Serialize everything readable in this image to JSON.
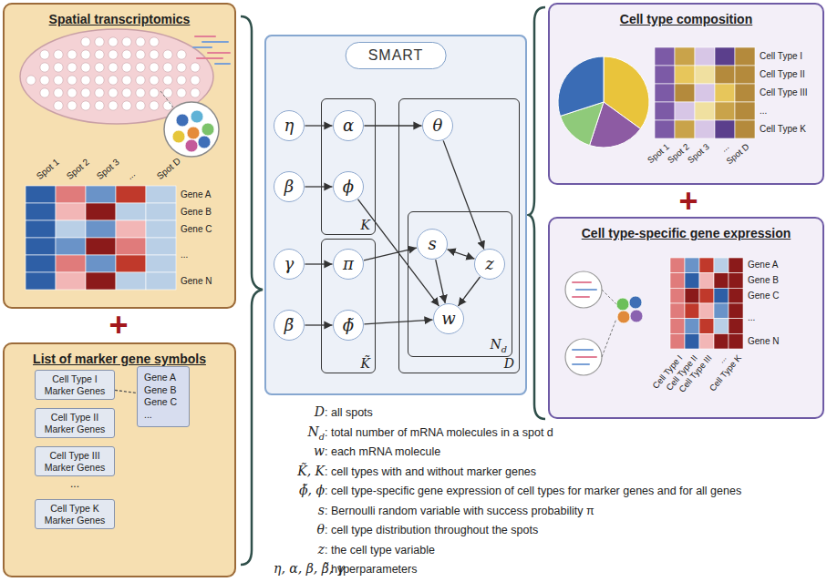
{
  "diagram": {
    "nodes": [
      {
        "text": [
          "Spatial transcriptomics"
        ]
      },
      {
        "text": [
          "List of marker gene symbols"
        ]
      },
      {
        "text": [
          "Cell Type I Marker Genes"
        ],
        "in": 1
      },
      {
        "text": [
          "Cell Type II Marker Genes"
        ],
        "in": 1
      },
      {
        "text": [
          "Cell Type III Marker Genes"
        ],
        "in": 1
      },
      {
        "text": [
          "Cell Type K Marker Genes"
        ],
        "in": 1
      },
      {
        "text": [
          "Gene A Gene B Gene C ..."
        ],
        "in": 1
      },
      {
        "text": [
          "SMART"
        ]
      },
      {
        "text": [
          "η"
        ],
        "in": 7
      },
      {
        "text": [
          "β"
        ],
        "in": 7
      },
      {
        "text": [
          "γ"
        ],
        "in": 7
      },
      {
        "text": [
          "β̃"
        ],
        "in": 7
      },
      {
        "text": [
          "K"
        ],
        "in": 7
      },
      {
        "text": [
          "α"
        ],
        "in": 12
      },
      {
        "text": [
          "ϕ"
        ],
        "in": 12
      },
      {
        "text": [
          "K̃"
        ],
        "in": 7
      },
      {
        "text": [
          "π"
        ],
        "in": 15
      },
      {
        "text": [
          "ϕ̃"
        ],
        "in": 15
      },
      {
        "text": [
          "D"
        ],
        "in": 7
      },
      {
        "text": [
          "θ"
        ],
        "in": 18
      },
      {
        "text": [
          "Nd"
        ],
        "in": 18
      },
      {
        "text": [
          "s"
        ],
        "in": 20
      },
      {
        "text": [
          "z"
        ],
        "in": 20
      },
      {
        "text": [
          "w"
        ],
        "in": 20
      },
      {
        "text": [
          "Cell type composition"
        ]
      },
      {
        "text": [
          "Cell type-specific gene expression"
        ]
      }
    ],
    "edges": [
      {
        "from": 2,
        "to": 6,
        "arrow": "none"
      },
      {
        "from": 8,
        "to": 13,
        "arrow": "to"
      },
      {
        "from": 13,
        "to": 19,
        "arrow": "to"
      },
      {
        "from": 9,
        "to": 14,
        "arrow": "to"
      },
      {
        "from": 14,
        "to": 23,
        "arrow": "to"
      },
      {
        "from": 10,
        "to": 16,
        "arrow": "to"
      },
      {
        "from": 16,
        "to": 21,
        "arrow": "to"
      },
      {
        "from": 11,
        "to": 17,
        "arrow": "to"
      },
      {
        "from": 17,
        "to": 23,
        "arrow": "to"
      },
      {
        "from": 19,
        "to": 22,
        "arrow": "to"
      },
      {
        "from": 21,
        "to": 23,
        "arrow": "to"
      },
      {
        "from": 22,
        "to": 23,
        "arrow": "to"
      },
      {
        "from": 21,
        "to": 22,
        "arrow": "both"
      }
    ],
    "labels": [
      "Spot 1",
      "Spot 2",
      "Spot 3",
      "...",
      "Spot D",
      "Gene A",
      "Gene B",
      "Gene C",
      "...",
      "Gene N",
      "+",
      "...",
      "Cell Type I",
      "Cell Type II",
      "Cell Type III",
      "...",
      "Cell Type K",
      "Spot 1",
      "Spot 2",
      "Spot 3",
      "...",
      "Spot D",
      "+",
      "Gene A",
      "Gene B",
      "Gene C",
      "...",
      "Gene N",
      "Cell Type I",
      "Cell Type II",
      "Cell Type III",
      "...",
      "Cell Type K",
      "D: all spots",
      "Nd: total number of mRNA molecules in a spot d",
      "w: each mRNA molecule",
      "K̃, K: cell types with and without marker genes",
      "ϕ̃, ϕ: cell type-specific gene expression of cell types for marker genes and for all genes",
      "s: Bernoulli random variable with success probability π",
      "θ: cell type distribution throughout the spots",
      "z: the cell type variable",
      "η, α, β, β̃, γ: hyperparameters"
    ]
  }
}
